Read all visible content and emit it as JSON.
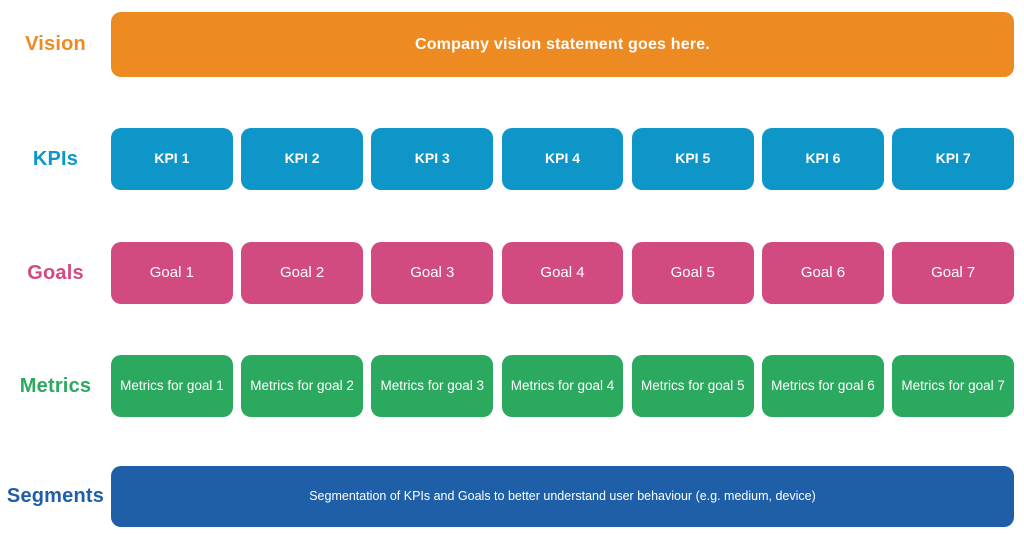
{
  "palette": {
    "vision_orange": "#EE8A22",
    "kpi_blue": "#0E96C8",
    "goal_pink": "#D14A80",
    "metric_green": "#2BAA5F",
    "segment_blue": "#1F5FA8",
    "box_text": "#FFFFFF"
  },
  "rows": [
    {
      "label": "Vision",
      "color": "#EE8A22",
      "boxes": [
        "Company vision statement goes here."
      ]
    },
    {
      "label": "KPIs",
      "color": "#0E96C8",
      "boxes": [
        "KPI 1",
        "KPI 2",
        "KPI 3",
        "KPI 4",
        "KPI 5",
        "KPI 6",
        "KPI 7"
      ]
    },
    {
      "label": "Goals",
      "color": "#D14A80",
      "boxes": [
        "Goal 1",
        "Goal 2",
        "Goal 3",
        "Goal 4",
        "Goal 5",
        "Goal 6",
        "Goal 7"
      ]
    },
    {
      "label": "Metrics",
      "color": "#2BAA5F",
      "boxes": [
        "Metrics for goal 1",
        "Metrics for goal 2",
        "Metrics for goal 3",
        "Metrics for goal 4",
        "Metrics for goal 5",
        "Metrics for goal 6",
        "Metrics for goal 7"
      ]
    },
    {
      "label": "Segments",
      "color": "#1F5FA8",
      "boxes": [
        "Segmentation of KPIs and Goals to better understand user behaviour (e.g. medium, device)"
      ]
    }
  ]
}
